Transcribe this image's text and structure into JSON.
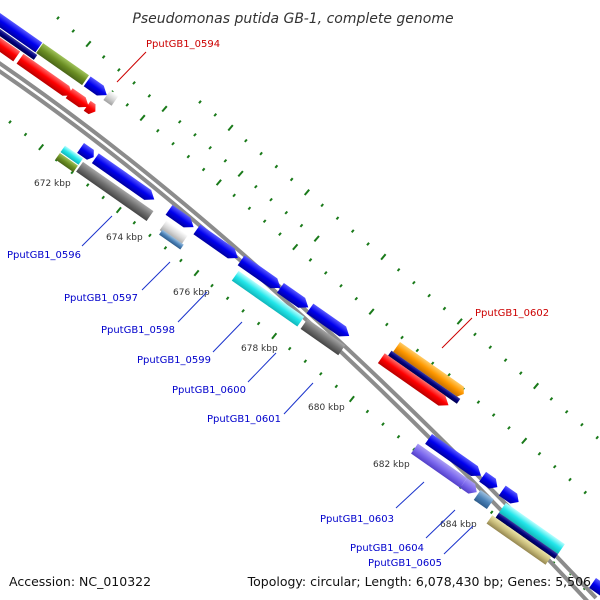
{
  "title": "Pseudomonas putida GB-1, complete genome",
  "accession_text": "Accession: NC_010322",
  "summary_text": "Topology: circular; Length: 6,078,430 bp; Genes: 5,506",
  "colors": {
    "backbone": "#8c8c8c",
    "dots": "#1a7a1a",
    "label_blue": "#0000cc",
    "label_red": "#cc0000",
    "leader_blue": "#1a33cc",
    "leader_red": "#cc0000"
  },
  "ticks": [
    "672 kbp",
    "674 kbp",
    "676 kbp",
    "678 kbp",
    "680 kbp",
    "682 kbp",
    "684 kbp"
  ],
  "gene_labels": [
    {
      "text": "PputGB1_0594",
      "color": "red"
    },
    {
      "text": "PputGB1_0596",
      "color": "blue"
    },
    {
      "text": "PputGB1_0597",
      "color": "blue"
    },
    {
      "text": "PputGB1_0598",
      "color": "blue"
    },
    {
      "text": "PputGB1_0599",
      "color": "blue"
    },
    {
      "text": "PputGB1_0600",
      "color": "blue"
    },
    {
      "text": "PputGB1_0601",
      "color": "blue"
    },
    {
      "text": "PputGB1_0602",
      "color": "red"
    },
    {
      "text": "PputGB1_0603",
      "color": "blue"
    },
    {
      "text": "PputGB1_0604",
      "color": "blue"
    },
    {
      "text": "PputGB1_0605",
      "color": "blue"
    }
  ]
}
